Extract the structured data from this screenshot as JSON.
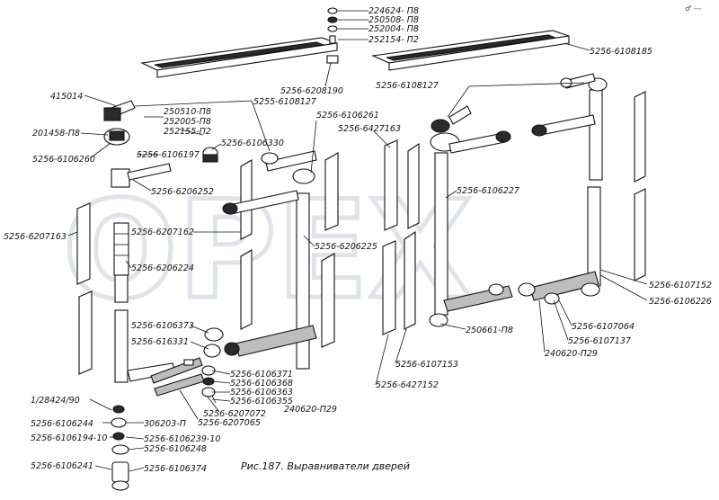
{
  "caption": "Рис.187. Выравниватели дверей",
  "watermark": "OPEX",
  "corner_mark": "♂ ---",
  "labels": {
    "l01": "224624- П8",
    "l02": "250508- П8",
    "l03": "252004- П8",
    "l04": "252154- П2",
    "l05": "5256-6108185",
    "l06": "5256-6208190",
    "l07": "5256-6108127",
    "l08": "415014",
    "l09": "5255-6108127",
    "l10": "250510-П8",
    "l11": "252005-П8",
    "l12": "201458-П8",
    "l13": "252155-П2",
    "l14": "5256-6106261",
    "l15": "5256-6106330",
    "l16": "5256-6427163",
    "l17": "5256-6106260",
    "l18": "5256-6106197",
    "l19": "5256-6206252",
    "l20": "5256-6106227",
    "l21": "5256-6207163",
    "l22": "5256-6207162",
    "l23": "5256-6206225",
    "l24": "5256-6206224",
    "l25": "5256-6107152",
    "l26": "5256-6106226",
    "l27": "5256-6106373",
    "l28": "5256-616331",
    "l29": "250661-П8",
    "l30": "5256-6107064",
    "l31": "5256-6107137",
    "l32": "240620-П29",
    "l33": "5256-6107153",
    "l34": "5256-6106371",
    "l35": "5256-6106368",
    "l36": "5256-6106363",
    "l37": "5256-6106355",
    "l38": "5256-6427152",
    "l39": "1/28424/90",
    "l40": "5256-6106244",
    "l41": "306203-П",
    "l42": "5256-6207072",
    "l43": "240620-П29",
    "l44": "5256-6207065",
    "l45": "5256-6106194-10",
    "l46": "5256-6106239-10",
    "l47": "5256-6106248",
    "l48": "5256-6106241",
    "l49": "5256-6106374"
  }
}
